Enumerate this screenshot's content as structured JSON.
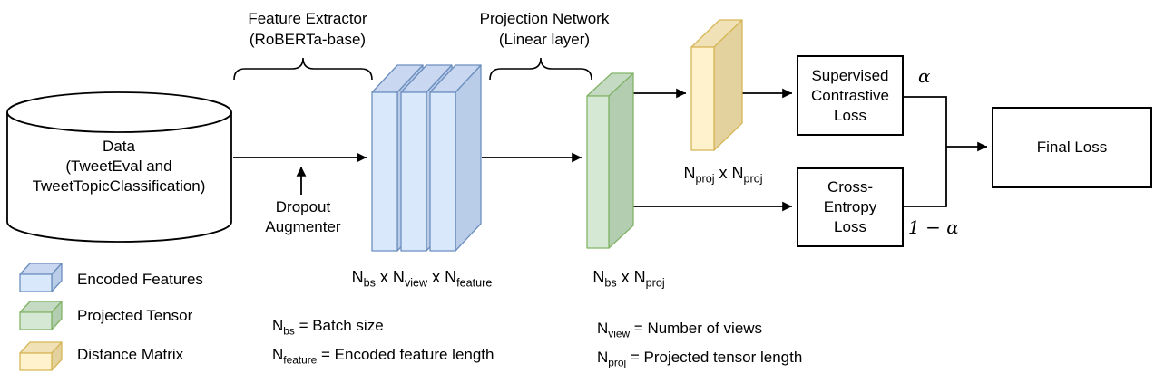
{
  "title_labels": {
    "feature_extractor_line1": "Feature Extractor",
    "feature_extractor_line2": "(RoBERTa-base)",
    "projection_network_line1": "Projection Network",
    "projection_network_line2": "(Linear layer)"
  },
  "data_source": {
    "line1": "Data",
    "line2": "(TweetEval and",
    "line3": "TweetTopicClassification)"
  },
  "augmenter": {
    "line1": "Dropout",
    "line2": "Augmenter"
  },
  "loss_boxes": {
    "supervised": {
      "line1": "Supervised",
      "line2": "Contrastive",
      "line3": "Loss"
    },
    "cross_entropy": {
      "line1": "Cross-",
      "line2": "Entropy",
      "line3": "Loss"
    },
    "final": {
      "label": "Final Loss"
    }
  },
  "weights": {
    "alpha": "α",
    "one_minus_alpha": "1 − α"
  },
  "tensor_dims": {
    "encoded": "N_{bs} x N_{view} x N_{feature}",
    "projected": "N_{bs} x N_{proj}",
    "distance": "N_{proj} x N_{proj}"
  },
  "legend": {
    "items": [
      {
        "label": "Encoded Features",
        "color": "#dae8fc"
      },
      {
        "label": "Projected Tensor",
        "color": "#d5e8d4"
      },
      {
        "label": "Distance Matrix",
        "color": "#fff2cc"
      }
    ]
  },
  "definitions": {
    "bs": "N_{bs} = Batch size",
    "feature": "N_{feature} = Encoded feature length",
    "view": "N_{view} = Number of views",
    "proj": "N_{proj} = Projected tensor length"
  },
  "colors": {
    "line": "#000000",
    "box_fill": "#ffffff",
    "blue_face": "#dae8fc",
    "blue_top": "#c9d8f0",
    "blue_side": "#b9cce8",
    "blue_stroke": "#6c8ebf",
    "green_face": "#d5e8d4",
    "green_top": "#c4dac2",
    "green_side": "#b3cdb1",
    "green_stroke": "#82b366",
    "yellow_face": "#fff2cc",
    "yellow_top": "#f0e2b6",
    "yellow_side": "#e4d29e",
    "yellow_stroke": "#d6b656"
  }
}
